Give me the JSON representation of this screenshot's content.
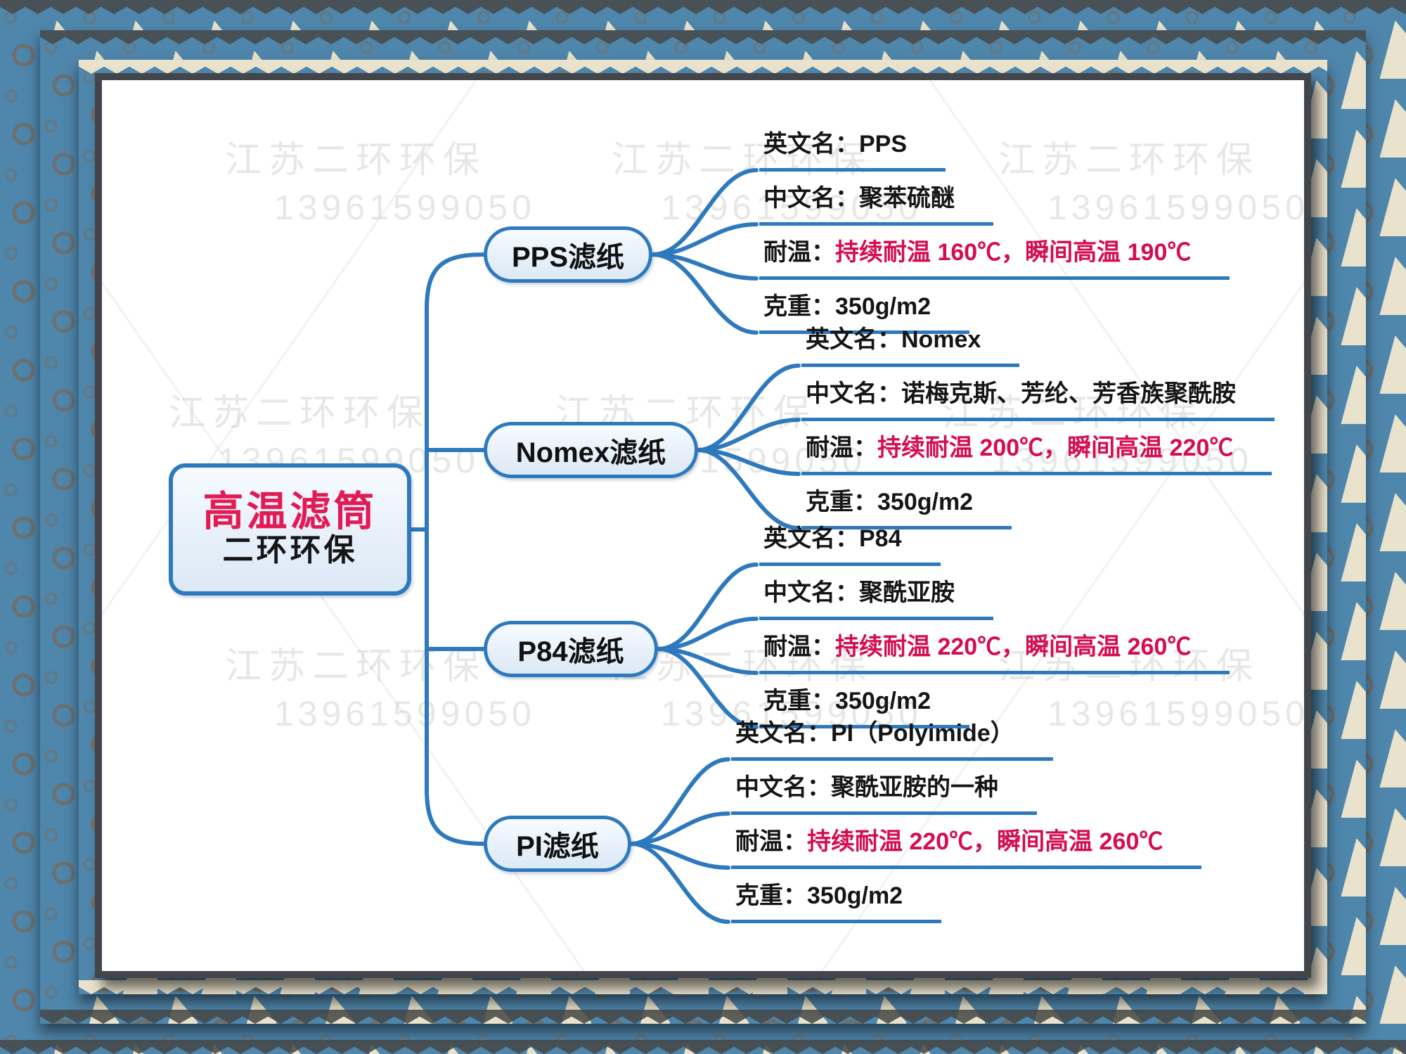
{
  "watermark": {
    "company": "江苏二环环保",
    "phone": "13961599050"
  },
  "root": {
    "title": "高温滤筒",
    "subtitle": "二环环保"
  },
  "branches": [
    {
      "label": "PPS滤纸",
      "leaves": [
        {
          "label": "英文名：",
          "value": "PPS",
          "highlight": false
        },
        {
          "label": "中文名：",
          "value": "聚苯硫醚",
          "highlight": false
        },
        {
          "label": "耐温：",
          "value": "持续耐温 160℃，瞬间高温 190℃",
          "highlight": true
        },
        {
          "label": "克重：",
          "value": "350g/m2",
          "highlight": false
        }
      ]
    },
    {
      "label": "Nomex滤纸",
      "leaves": [
        {
          "label": "英文名：",
          "value": "Nomex",
          "highlight": false
        },
        {
          "label": "中文名：",
          "value": "诺梅克斯、芳纶、芳香族聚酰胺",
          "highlight": false
        },
        {
          "label": "耐温：",
          "value": "持续耐温 200℃，瞬间高温 220℃",
          "highlight": true
        },
        {
          "label": "克重：",
          "value": "350g/m2",
          "highlight": false
        }
      ]
    },
    {
      "label": "P84滤纸",
      "leaves": [
        {
          "label": "英文名：",
          "value": "P84",
          "highlight": false
        },
        {
          "label": "中文名：",
          "value": "聚酰亚胺",
          "highlight": false
        },
        {
          "label": "耐温：",
          "value": "持续耐温 220℃，瞬间高温 260℃",
          "highlight": true
        },
        {
          "label": "克重：",
          "value": "350g/m2",
          "highlight": false
        }
      ]
    },
    {
      "label": "PI滤纸",
      "leaves": [
        {
          "label": "英文名：",
          "value": "PI（Polyimide）",
          "highlight": false
        },
        {
          "label": "中文名：",
          "value": "聚酰亚胺的一种",
          "highlight": false
        },
        {
          "label": "耐温：",
          "value": "持续耐温 220℃，瞬间高温 260℃",
          "highlight": true
        },
        {
          "label": "克重：",
          "value": "350g/m2",
          "highlight": false
        }
      ]
    }
  ],
  "colors": {
    "accent": "#2e79bd",
    "highlight": "#d60c50",
    "root_title": "#e31a53",
    "frame_blue": "#4f86ac",
    "frame_gray": "#6d706e",
    "frame_cream": "#e9e2cc"
  }
}
